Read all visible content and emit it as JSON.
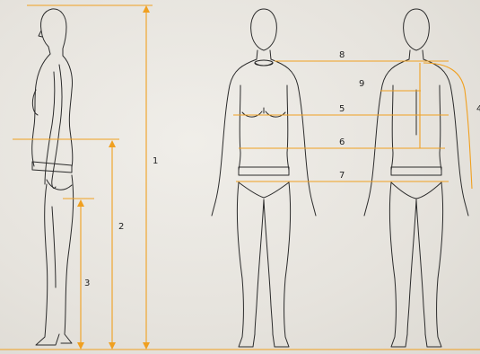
{
  "accent_color": "#f0a020",
  "figure_line_color": "#2b2b2b",
  "background_color": "#e9e7e2",
  "labels": {
    "m1": "1",
    "m2": "2",
    "m3": "3",
    "m4": "4",
    "m5": "5",
    "m6": "6",
    "m7": "7",
    "m8": "8",
    "m9": "9"
  }
}
